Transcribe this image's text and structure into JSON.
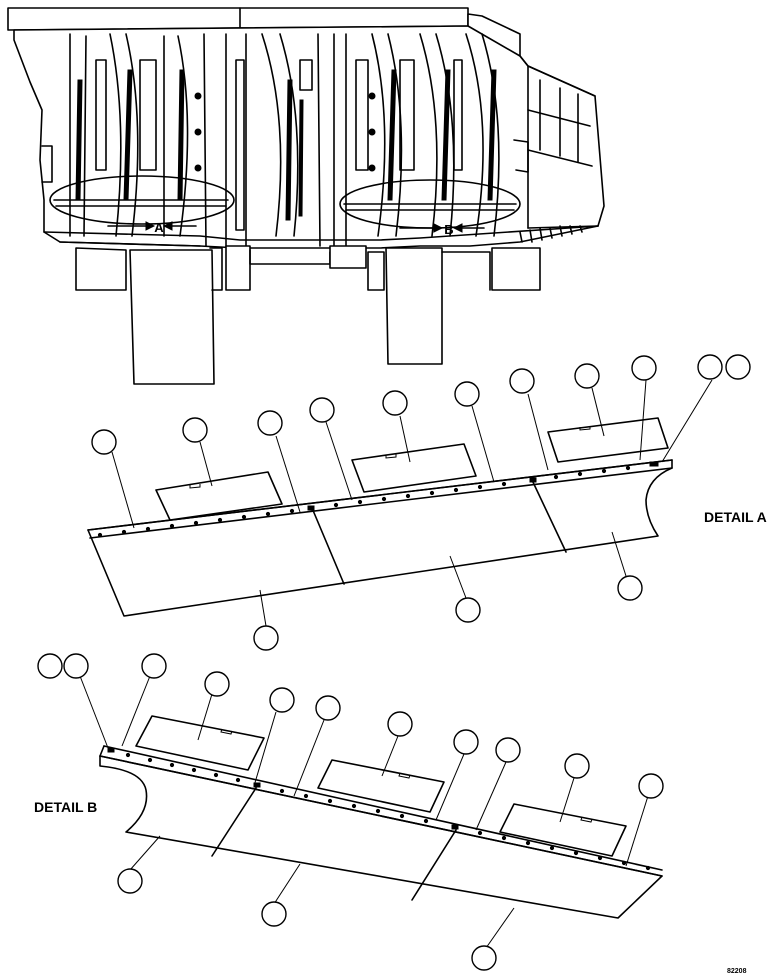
{
  "detail_a_label": "DETAIL A",
  "detail_b_label": "DETAIL B",
  "view_marker_a": "A",
  "view_marker_b": "B",
  "drawing_number": "82208"
}
